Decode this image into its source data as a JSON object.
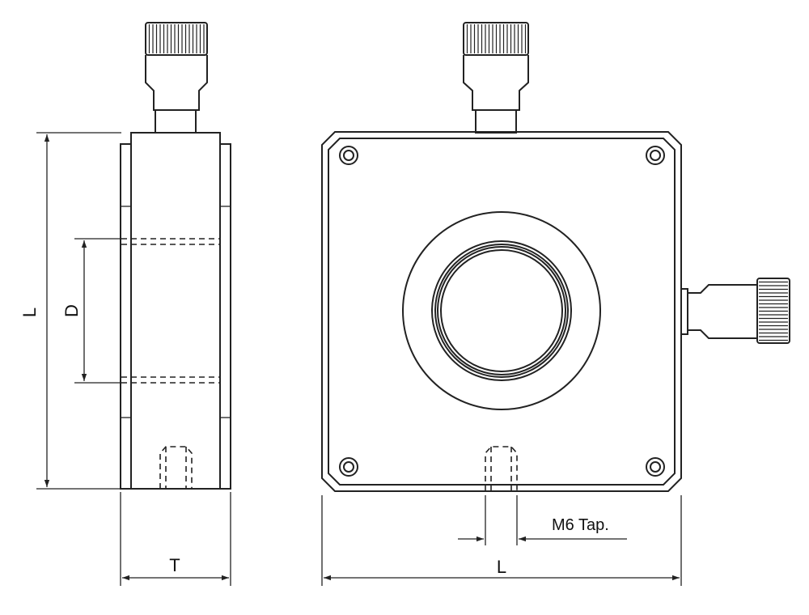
{
  "labels": {
    "side_height": "L",
    "bore_diameter": "D",
    "thickness": "T",
    "front_width": "L",
    "tap_callout": "M6 Tap."
  }
}
